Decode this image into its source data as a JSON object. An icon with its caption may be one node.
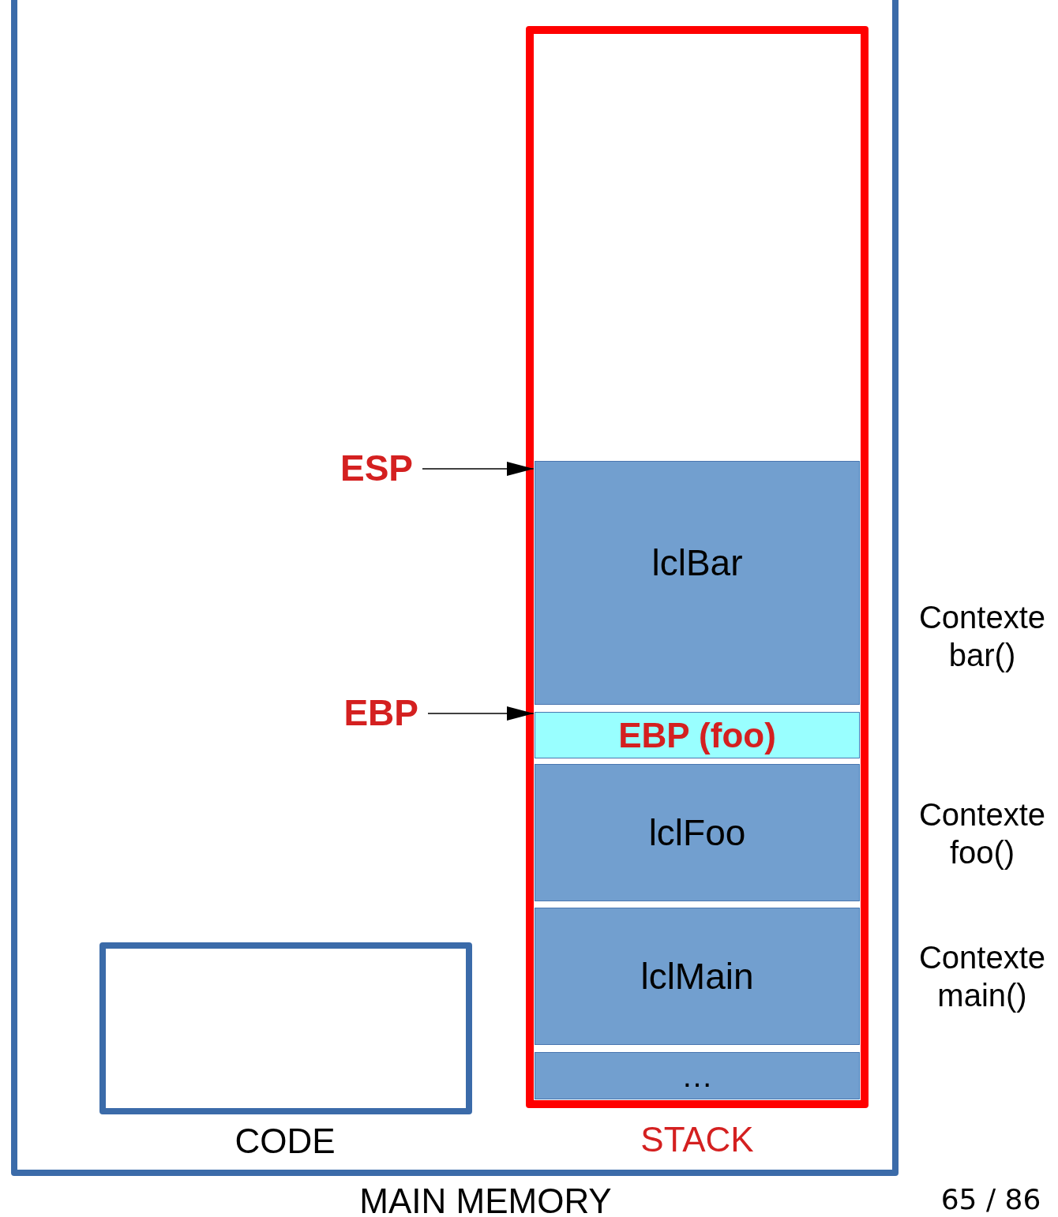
{
  "diagram": {
    "nodes": [
      {
        "text": [
          "MAIN MEMORY"
        ]
      },
      {
        "text": [
          "CODE"
        ],
        "in": 0
      },
      {
        "text": [
          "STACK"
        ],
        "in": 0
      },
      {
        "text": [
          "lclBar"
        ],
        "in": 2
      },
      {
        "text": [
          "EBP (foo)"
        ],
        "in": 2
      },
      {
        "text": [
          "lclFoo"
        ],
        "in": 2
      },
      {
        "text": [
          "lclMain"
        ],
        "in": 2
      },
      {
        "text": [
          "…"
        ],
        "in": 2
      },
      {
        "text": [
          "ESP"
        ],
        "in": 0
      },
      {
        "text": [
          "EBP"
        ],
        "in": 0
      }
    ],
    "edges": [
      {
        "from": 8,
        "to": 3,
        "arrow": "to"
      },
      {
        "from": 9,
        "to": 4,
        "arrow": "to"
      }
    ],
    "labels": [
      "Contexte bar()",
      "Contexte foo()",
      "Contexte main()",
      "65 / 86"
    ]
  }
}
